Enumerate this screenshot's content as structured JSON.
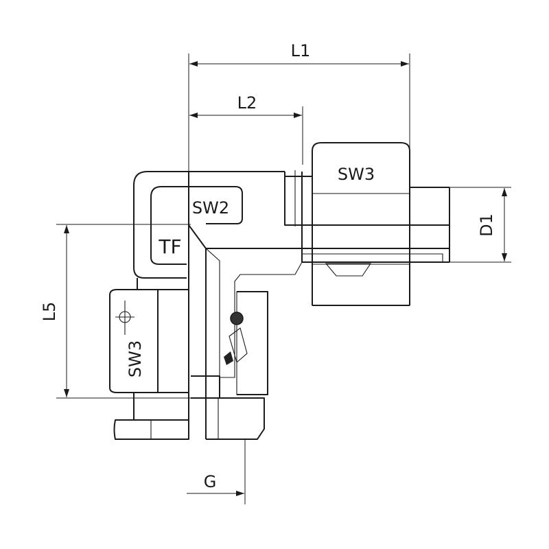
{
  "labels": {
    "L1": "L1",
    "L2": "L2",
    "L5": "L5",
    "D1": "D1",
    "G": "G",
    "SW2": "SW2",
    "SW3_right": "SW3",
    "SW3_left": "SW3",
    "TF": "TF"
  }
}
